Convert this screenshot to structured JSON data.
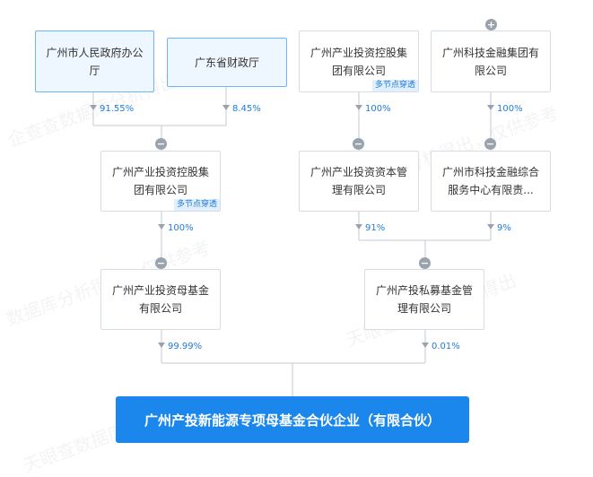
{
  "nodes": {
    "gz_gov_office": "广州市人民政府办公厅",
    "gd_finance": "广东省财政厅",
    "gz_industrial_group_top": "广州产业投资控股集团有限公司",
    "gz_sci_fin_group": "广州科技金融集团有限公司",
    "gz_industrial_group_mid": "广州产业投资控股集团有限公司",
    "gz_capital_mgmt": "广州产业投资资本管理有限公司",
    "gz_sci_fin_service": "广州市科技金融综合服务中心有限责...",
    "gz_parent_fund": "广州产业投资母基金有限公司",
    "gz_private_fund_mgmt": "广州产投私募基金管理有限公司",
    "target": "广州产投新能源专项母基金合伙企业（有限合伙）"
  },
  "tags": {
    "multi_node": "多节点穿透"
  },
  "percentages": {
    "gov_office_to_group": "91.55%",
    "finance_to_group": "8.45%",
    "group_to_capital": "100%",
    "scifin_to_service": "100%",
    "group_to_parent_fund": "100%",
    "capital_to_private": "91%",
    "service_to_private": "9%",
    "parent_fund_to_target": "99.99%",
    "private_to_target": "0.01%"
  },
  "colors": {
    "accent": "#1b87ec",
    "line": "#c3c9d1",
    "highlight_border": "#6db3ff"
  }
}
